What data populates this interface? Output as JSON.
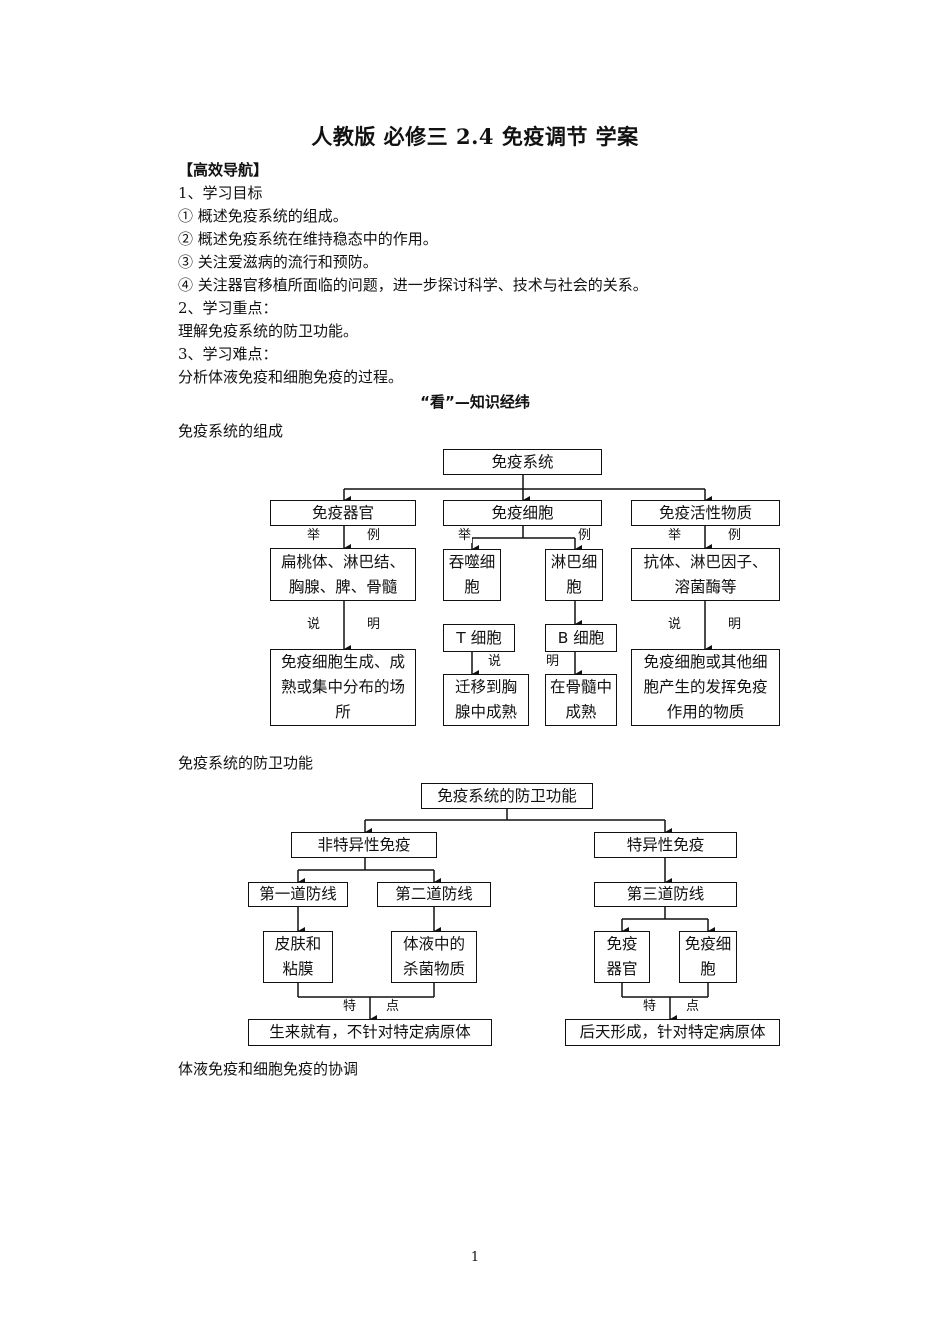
{
  "title": "人教版 必修三 2.4 免疫调节 学案",
  "nav_heading": "【高效导航】",
  "objectives": {
    "heading": "1、学习目标",
    "items": [
      "① 概述免疫系统的组成。",
      "② 概述免疫系统在维持稳态中的作用。",
      "③ 关注爱滋病的流行和预防。",
      "④ 关注器官移植所面临的问题，进一步探讨科学、技术与社会的关系。"
    ]
  },
  "key_points": {
    "heading": "2、学习重点：",
    "text": "理解免疫系统的防卫功能。"
  },
  "difficulties": {
    "heading": "3、学习难点：",
    "text": "分析体液免疫和细胞免疫的过程。"
  },
  "knowledge_heading": "“看”—知识经纬",
  "section1": {
    "label": "免疫系统的组成",
    "root": "免疫系统",
    "organs": "免疫器官",
    "organs_examples": "扁桃体、淋巴结、胸腺、脾、骨髓",
    "organs_desc": "免疫细胞生成、成熟或集中分布的场所",
    "cells": "免疫细胞",
    "phagocyte": "吞噬细胞",
    "lymphocyte": "淋巴细胞",
    "t_cell": "T 细胞",
    "b_cell": "B 细胞",
    "t_desc": "迁移到胸腺中成熟",
    "b_desc": "在骨髓中成熟",
    "substances": "免疫活性物质",
    "substances_examples": "抗体、淋巴因子、溶菌酶等",
    "substances_desc": "免疫细胞或其他细胞产生的发挥免疫作用的物质",
    "ju": "举",
    "li": "例",
    "shuo": "说",
    "ming": "明"
  },
  "section2": {
    "label": "免疫系统的防卫功能",
    "root": "免疫系统的防卫功能",
    "nonspecific": "非特异性免疫",
    "specific": "特异性免疫",
    "first_line": "第一道防线",
    "second_line": "第二道防线",
    "third_line": "第三道防线",
    "skin": "皮肤和粘膜",
    "fluid": "体液中的杀菌物质",
    "organs": "免疫器官",
    "cells": "免疫细胞",
    "te": "特",
    "dian": "点",
    "nonspecific_feature": "生来就有，不针对特定病原体",
    "specific_feature": "后天形成，针对特定病原体"
  },
  "section3": {
    "label": "体液免疫和细胞免疫的协调"
  },
  "page_number": "1"
}
